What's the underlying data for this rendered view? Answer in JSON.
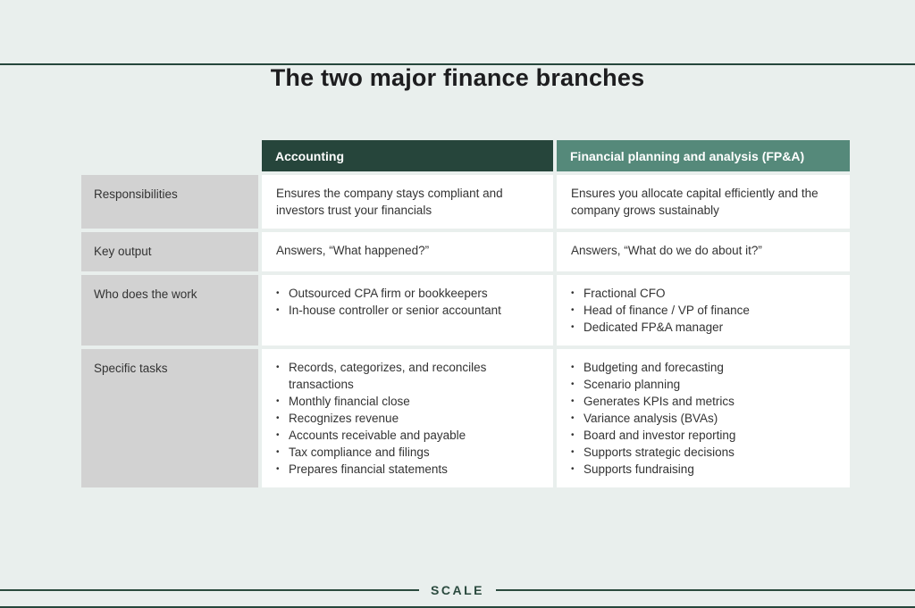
{
  "page": {
    "title": "The two major finance branches",
    "footer_brand": "SCALE"
  },
  "colors": {
    "background": "#e9efed",
    "accounting_header_bg": "#26453b",
    "fpa_header_bg": "#55897a",
    "label_cell_bg": "#d2d2d2",
    "content_cell_bg": "#ffffff",
    "header_text": "#ffffff",
    "body_text": "#333333",
    "title_text": "#1d1d1f",
    "brand_green": "#2a4a3e"
  },
  "bullet_char": "•",
  "table": {
    "columns": [
      {
        "key": "accounting",
        "label": "Accounting"
      },
      {
        "key": "fpa",
        "label": "Financial planning and analysis (FP&A)"
      }
    ],
    "rows": [
      {
        "label": "Responsibilities",
        "accounting": {
          "type": "text",
          "text": "Ensures the company stays compliant and investors trust your financials"
        },
        "fpa": {
          "type": "text",
          "text": "Ensures you allocate capital efficiently and the company grows sustainably"
        }
      },
      {
        "label": "Key output",
        "accounting": {
          "type": "text",
          "text": "Answers, “What happened?”"
        },
        "fpa": {
          "type": "text",
          "text": "Answers, “What do we do about it?”"
        }
      },
      {
        "label": "Who does the work",
        "accounting": {
          "type": "bullets",
          "items": [
            "Outsourced CPA firm or bookkeepers",
            "In-house controller or senior accountant"
          ]
        },
        "fpa": {
          "type": "bullets",
          "items": [
            "Fractional CFO",
            "Head of finance / VP of finance",
            "Dedicated FP&A manager"
          ]
        }
      },
      {
        "label": "Specific tasks",
        "accounting": {
          "type": "bullets",
          "items": [
            "Records, categorizes, and reconciles transactions",
            "Monthly financial close",
            "Recognizes revenue",
            "Accounts receivable and payable",
            "Tax compliance and filings",
            "Prepares financial statements"
          ]
        },
        "fpa": {
          "type": "bullets",
          "items": [
            "Budgeting and forecasting",
            "Scenario planning",
            "Generates KPIs and metrics",
            "Variance analysis (BVAs)",
            "Board and investor reporting",
            "Supports strategic decisions",
            "Supports fundraising"
          ]
        }
      }
    ]
  }
}
